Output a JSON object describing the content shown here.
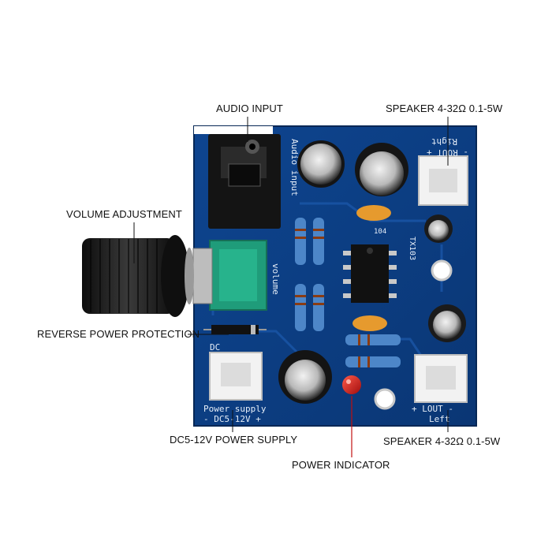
{
  "callouts": {
    "audio_input": "AUDIO INPUT",
    "speaker_right": "SPEAKER 4-32Ω  0.1-5W",
    "volume_adjustment": "VOLUME ADJUSTMENT",
    "reverse_power_protection": "REVERSE POWER PROTECTION",
    "power_supply": "DC5-12V POWER SUPPLY",
    "power_indicator": "POWER INDICATOR",
    "speaker_left": "SPEAKER 4-32Ω  0.1-5W"
  },
  "silkscreen": {
    "audio_input": "Audio input",
    "rout": "- ROUT +",
    "right": "Right",
    "volume": "volume",
    "tx103": "TX103",
    "dc": "DC",
    "power_supply": "Power supply",
    "dc_voltage": "- DC5-12V +",
    "lout": "+ LOUT -",
    "left": "Left",
    "cap_104": "104"
  },
  "colors": {
    "pcb": "#0d3f86",
    "pcb_edge": "#0a2f66",
    "potentiometer": "#1f9c7a",
    "knob": "#1a1a1a",
    "led": "#d61a1a",
    "leader_line": "#c01010"
  }
}
